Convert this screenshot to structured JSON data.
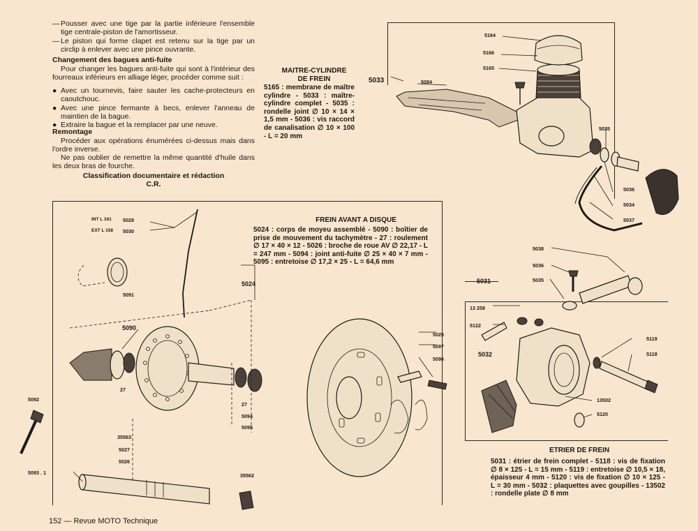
{
  "left_column": {
    "bullets_top": [
      "Pousser avec une tige par la partie inférieure l'ensemble tige centrale-piston de l'amortisseur.",
      "Le piston qui forme clapet est retenu sur la tige par un circlip à enlever avec une pince ouvrante."
    ],
    "section1_title": "Changement des bagues anti-fuite",
    "section1_intro": "Pour changer les bagues anti-fuite qui sont à l'intérieur des fourreaux inférieurs en alliage léger, procéder comme suit :",
    "section1_bullets": [
      "Avec un tournevis, faire sauter les cache-protecteurs en caoutchouc.",
      "Avec une pince fermante à becs, enlever l'anneau de maintien de la bague.",
      "Extraire la bague et la remplacer par une neuve."
    ],
    "section2_title": "Remontage",
    "section2_p1": "Procéder aux opérations énumérées ci-dessus mais dans l'ordre inverse.",
    "section2_p2": "Ne pas oublier de remettre la même quantité d'huile dans les deux bras de fourche.",
    "classification_line1": "Classification documentaire et rédaction",
    "classification_line2": "C.R."
  },
  "master_cylinder": {
    "title_line1": "MAITRE-CYLINDRE",
    "title_line2": "DE FREIN",
    "caption": "5165 : membrane de maître cylindre - 5033 : maître-cylindre complet - 5035 : rondelle joint ∅ 10 × 14 × 1,5 mm - 5036 : vis raccord de canalisation ∅ 10 × 100 - L = 20 mm",
    "labels": {
      "p5033": "5033",
      "p5084": "5084",
      "p5164": "5164",
      "p5166": "5166",
      "p5165": "5165",
      "p5035": "5035",
      "p5036": "5036",
      "p5034": "5034",
      "p5037": "5037"
    }
  },
  "front_brake": {
    "title": "FREIN AVANT A DISQUE",
    "caption": "5024 : corps de moyeu assemblé - 5090 : boîtier de prise de mouvement du tachymètre - 27 : roulement ∅ 17 × 40 × 12 - 5026 : broche de roue AV ∅ 22,17 - L = 247 mm - 5094 : joint anti-fuite ∅ 25 × 40 × 7 mm - 5095 : entretoise ∅ 17,2 × 25 - L = 64,6 mm",
    "labels": {
      "int_l": "INT L 161",
      "ext_l": "EXT L 158",
      "p5029": "5029",
      "p5030": "5030",
      "p5091": "5091",
      "p5024": "5024",
      "p5090": "5090",
      "p27a": "27",
      "p27b": "27",
      "p5094": "5094",
      "p5095": "5095",
      "p5092": "5092",
      "p5093": "5093 . 1",
      "p35563": "35563",
      "p5027": "5027",
      "p5026": "5026",
      "p35562": "35562",
      "p5025": "5025",
      "p5097": "5097",
      "p5096": "5096"
    }
  },
  "caliper": {
    "title": "ETRIER DE FREIN",
    "caption": "5031 : étrier de frein complet - 5118 : vis de fixation ∅ 8 × 125 - L = 15 mm - 5119 : entretoise ∅ 10,5 × 18, épaisseur 4 mm - 5120 : vis de fixation ∅ 10 × 125 - L = 30 mm - 5032 : plaquettes avec goupilles - 13502 : rondelle plate ∅ 8 mm",
    "labels": {
      "p5038": "5038",
      "p5036": "5036",
      "p5035": "5035",
      "p5031": "5031",
      "p13258": "13 258",
      "p5122": "5122",
      "p5032": "5032",
      "p5119": "5119",
      "p5118": "5118",
      "p13502": "13502",
      "p5120": "5120"
    }
  },
  "footer": "152 — Revue MOTO Technique"
}
